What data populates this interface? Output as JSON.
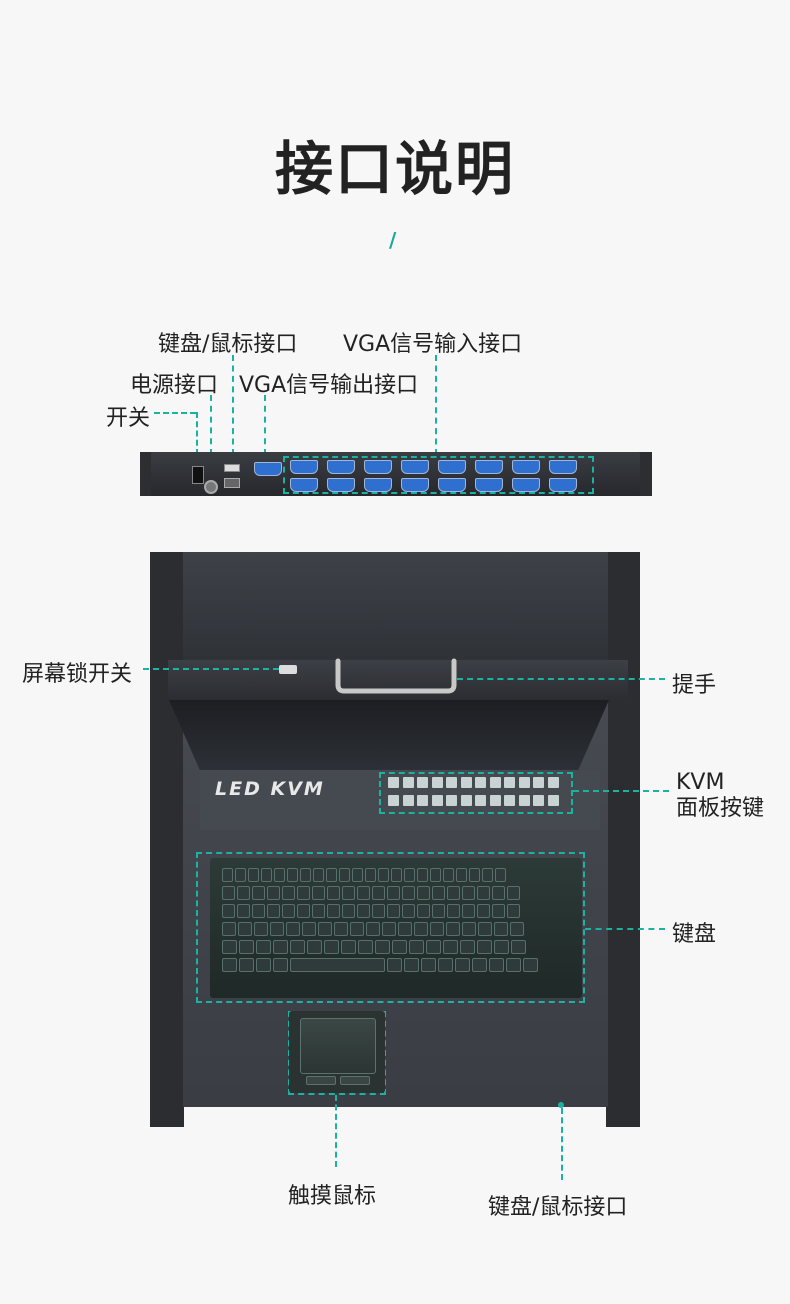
{
  "page": {
    "title": "接口说明",
    "divider": "/"
  },
  "rear_panel": {
    "labels": {
      "keyboard_mouse_port": "键盘/鼠标接口",
      "vga_input_port": "VGA信号输入接口",
      "power_port": "电源接口",
      "vga_output_port": "VGA信号输出接口",
      "switch": "开关"
    }
  },
  "front_panel": {
    "brand_text": "LED  KVM",
    "labels": {
      "screen_lock_switch": "屏幕锁开关",
      "handle": "提手",
      "kvm_buttons_line1": "KVM",
      "kvm_buttons_line2": "面板按键",
      "keyboard": "键盘",
      "touchpad": "触摸鼠标",
      "keyboard_mouse_port": "键盘/鼠标接口"
    }
  },
  "colors": {
    "accent": "#1ab3a2",
    "background": "#f7f7f7",
    "text": "#222222"
  }
}
